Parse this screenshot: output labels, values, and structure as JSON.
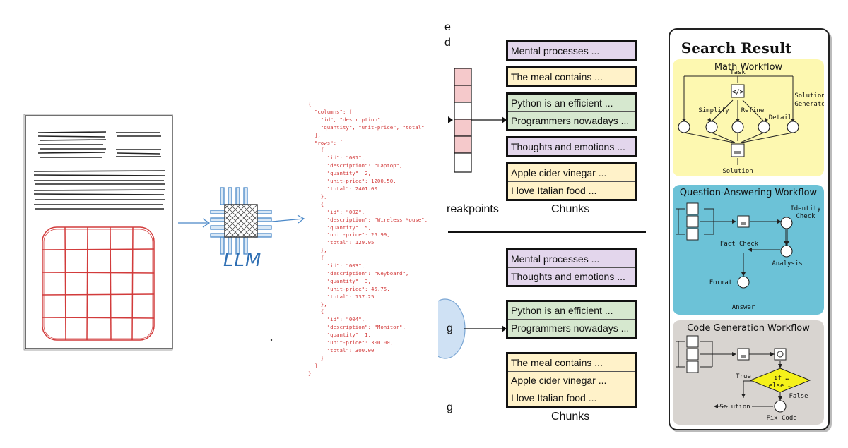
{
  "panel1": {
    "llm_label": "LLM",
    "json_lines": [
      "{",
      "  \"columns\": [",
      "    \"id\", \"description\",",
      "    \"quantity\", \"unit-price\", \"total\"",
      "  ],",
      "  \"rows\": [",
      "    {",
      "      \"id\": \"001\",",
      "      \"description\": \"Laptop\",",
      "      \"quantity\": 2,",
      "      \"unit-price\": 1200.50,",
      "      \"total\": 2401.00",
      "    },",
      "    {",
      "      \"id\": \"002\",",
      "      \"description\": \"Wireless Mouse\",",
      "      \"quantity\": 5,",
      "      \"unit-price\": 25.99,",
      "      \"total\": 129.95",
      "    },",
      "    {",
      "      \"id\": \"003\",",
      "      \"description\": \"Keyboard\",",
      "      \"quantity\": 3,",
      "      \"unit-price\": 45.75,",
      "      \"total\": 137.25",
      "    },",
      "    {",
      "      \"id\": \"004\",",
      "      \"description\": \"Monitor\",",
      "      \"quantity\": 1,",
      "      \"unit-price\": 300.00,",
      "      \"total\": 300.00",
      "    }",
      "  ]",
      "}"
    ]
  },
  "panel2": {
    "top": {
      "left_label_top": "e",
      "left_label_second": "d",
      "breakpoints_label": "reakpoints",
      "chunks_label": "Chunks",
      "chunks": [
        {
          "color": "purple",
          "rows": [
            "Mental processes ..."
          ]
        },
        {
          "color": "yellow",
          "rows": [
            "The meal contains ..."
          ]
        },
        {
          "color": "green",
          "rows": [
            "Python is an efficient ...",
            "Programmers nowadays ..."
          ]
        },
        {
          "color": "purple",
          "rows": [
            "Thoughts and emotions ..."
          ]
        },
        {
          "color": "yellow",
          "rows": [
            "Apple cider vinegar ...",
            "I love Italian food ..."
          ]
        }
      ]
    },
    "bottom": {
      "circle_label": "g",
      "left_label_bottom": "g",
      "chunks_label": "Chunks",
      "chunks": [
        {
          "color": "purple",
          "rows": [
            "Mental processes ...",
            "Thoughts and emotions ..."
          ]
        },
        {
          "color": "green",
          "rows": [
            "Python is an efficient ...",
            "Programmers nowadays ..."
          ]
        },
        {
          "color": "yellow",
          "rows": [
            "The meal contains ...",
            "Apple cider vinegar ...",
            "I love Italian food ..."
          ]
        }
      ]
    }
  },
  "panel3": {
    "title": "Search Result",
    "math": {
      "title": "Math Workflow",
      "bg": "#fdf8b0",
      "labels": {
        "task": "Task",
        "simplify": "Simplify",
        "refine": "Refine",
        "detail": "Detail",
        "solution_generate_1": "Solution",
        "solution_generate_2": "Generate",
        "solution": "Solution"
      }
    },
    "qa": {
      "title": "Question-Answering Workflow",
      "bg": "#6cc2d7",
      "labels": {
        "identity_1": "Identity",
        "identity_2": "Check",
        "fact_check": "Fact Check",
        "analysis": "Analysis",
        "format": "Format",
        "answer": "Answer"
      }
    },
    "code": {
      "title": "Code Generation Workflow",
      "bg": "#d8d4d0",
      "labels": {
        "cond_1": "if …",
        "cond_2": "else …",
        "true": "True",
        "false": "False",
        "solution": "Solution",
        "fix_code": "Fix Code"
      }
    }
  }
}
